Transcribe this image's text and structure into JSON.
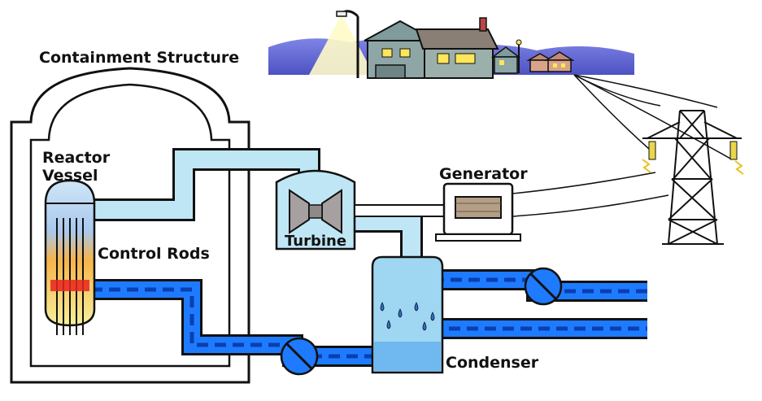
{
  "labels": {
    "containment": "Containment Structure",
    "reactor_vessel_line1": "Reactor",
    "reactor_vessel_line2": "Vessel",
    "control_rods": "Control Rods",
    "turbine": "Turbine",
    "generator": "Generator",
    "condenser": "Condenser"
  },
  "icons": {
    "house": "house-icon",
    "streetlight": "streetlight-icon",
    "transmission_tower": "transmission-tower-icon",
    "pump": "pump-icon"
  },
  "colors": {
    "outline": "#111111",
    "steam_pipe": "#bfe6f5",
    "water_pipe": "#1e7bff",
    "water_dash": "#0a3fb0",
    "condenser_body": "#9fd7f2",
    "condenser_water": "#6fb8f0",
    "reactor_core_top": "#cfe6f7",
    "reactor_core_hot": "#f7b44a",
    "reactor_core_bottom": "#f6f09a",
    "hot_zone": "#e8241f",
    "night_sky": "#5a5fd0",
    "lamp_glow": "#fffbc8",
    "window_light": "#ffe65a",
    "house_wall": "#8ea6a6",
    "house_roof": "#8a7f74",
    "generator_body": "#ffffff",
    "generator_core": "#b59e86"
  }
}
